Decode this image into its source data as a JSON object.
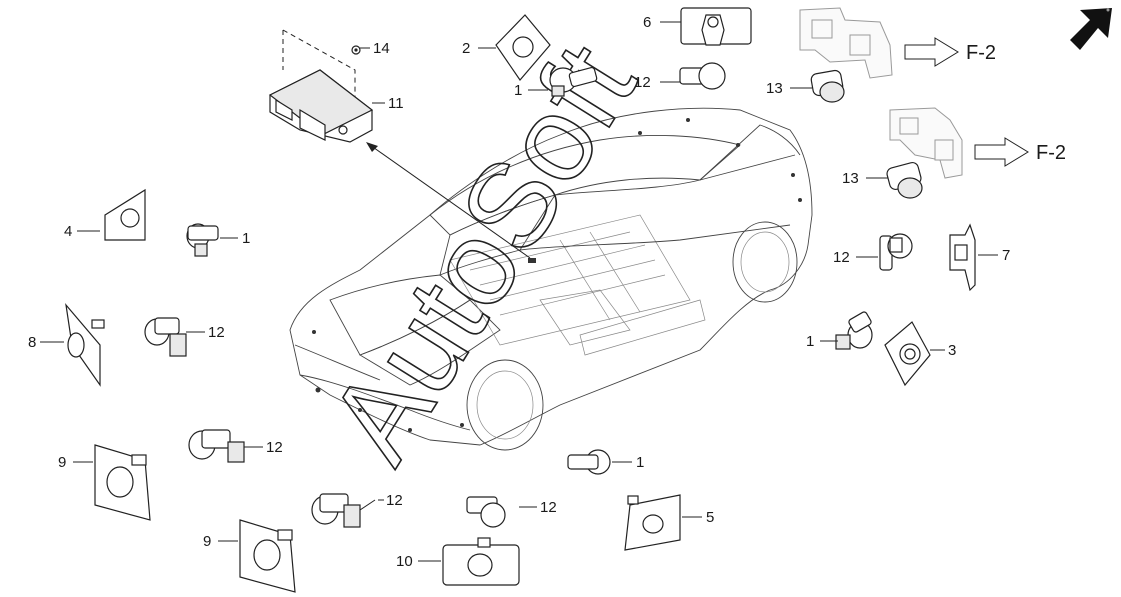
{
  "callouts": {
    "c1a": "1",
    "c1b": "1",
    "c1c": "1",
    "c1d": "1",
    "c2": "2",
    "c3": "3",
    "c4": "4",
    "c5": "5",
    "c6": "6",
    "c7": "7",
    "c8": "8",
    "c9a": "9",
    "c9b": "9",
    "c10": "10",
    "c11": "11",
    "c12a": "12",
    "c12b": "12",
    "c12c": "12",
    "c12d": "12",
    "c12e": "12",
    "c12f": "12",
    "c13a": "13",
    "c13b": "13",
    "c14": "14"
  },
  "refs": {
    "top": "F-2",
    "mid": "F-2"
  },
  "watermark": "AutoSoft",
  "icons": {
    "direction": "north-east-arrow-icon"
  },
  "colors": {
    "line": "#222222",
    "background": "#ffffff",
    "ghost": "#9a9a9a"
  }
}
